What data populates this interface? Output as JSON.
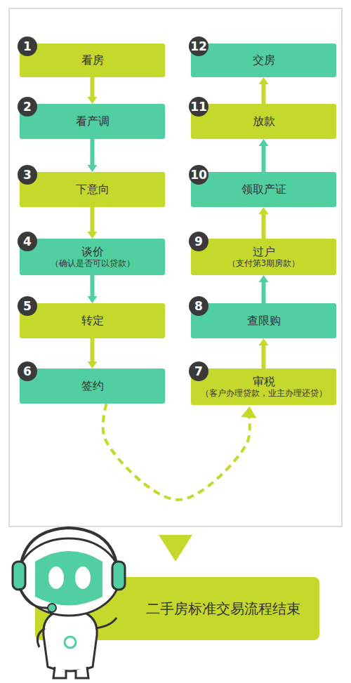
{
  "diagram": {
    "nodes": [
      {
        "text": [
          "1",
          "看房"
        ]
      },
      {
        "text": [
          "2",
          "看产调"
        ]
      },
      {
        "text": [
          "3",
          "下意向"
        ]
      },
      {
        "text": [
          "4",
          "谈价",
          "（确认是否可以贷款）"
        ]
      },
      {
        "text": [
          "5",
          "转定"
        ]
      },
      {
        "text": [
          "6",
          "签约"
        ]
      },
      {
        "text": [
          "7",
          "审税",
          "（客户办理贷款，业主办理还贷）"
        ]
      },
      {
        "text": [
          "8",
          "查限购"
        ]
      },
      {
        "text": [
          "9",
          "过户",
          "（支付第3期房款）"
        ]
      },
      {
        "text": [
          "10",
          "领取产证"
        ]
      },
      {
        "text": [
          "11",
          "放款"
        ]
      },
      {
        "text": [
          "12",
          "交房"
        ]
      },
      {
        "text": [
          "二手房标准交易流程结束"
        ]
      }
    ],
    "edges": [
      {
        "from": 0,
        "to": 1,
        "arrow": "to"
      },
      {
        "from": 1,
        "to": 2,
        "arrow": "to"
      },
      {
        "from": 2,
        "to": 3,
        "arrow": "to"
      },
      {
        "from": 3,
        "to": 4,
        "arrow": "to"
      },
      {
        "from": 4,
        "to": 5,
        "arrow": "to"
      },
      {
        "from": 5,
        "to": 6,
        "arrow": "to"
      },
      {
        "from": 6,
        "to": 7,
        "arrow": "to"
      },
      {
        "from": 7,
        "to": 8,
        "arrow": "to"
      },
      {
        "from": 8,
        "to": 9,
        "arrow": "to"
      },
      {
        "from": 9,
        "to": 10,
        "arrow": "to"
      },
      {
        "from": 10,
        "to": 11,
        "arrow": "to"
      }
    ]
  }
}
